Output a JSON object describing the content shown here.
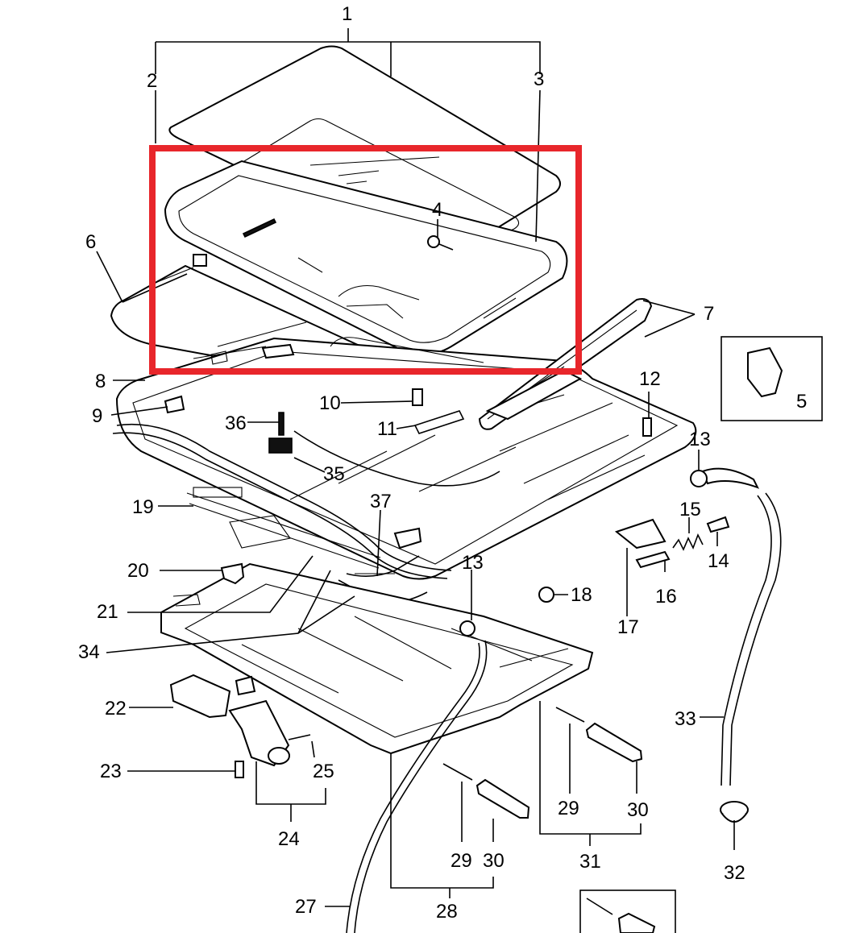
{
  "labels": {
    "l1": "1",
    "l2": "2",
    "l3": "3",
    "l4": "4",
    "l5": "5",
    "l6": "6",
    "l7": "7",
    "l8": "8",
    "l9": "9",
    "l10": "10",
    "l11": "11",
    "l12": "12",
    "l13a": "13",
    "l13b": "13",
    "l14": "14",
    "l15": "15",
    "l16": "16",
    "l17": "17",
    "l18": "18",
    "l19": "19",
    "l20": "20",
    "l21": "21",
    "l22": "22",
    "l23": "23",
    "l24": "24",
    "l25": "25",
    "l27": "27",
    "l28": "28",
    "l29a": "29",
    "l29b": "29",
    "l30a": "30",
    "l30b": "30",
    "l31": "31",
    "l32": "32",
    "l33": "33",
    "l34": "34",
    "l35": "35",
    "l36": "36",
    "l37": "37"
  },
  "highlight": {
    "color": "#e8262b"
  }
}
